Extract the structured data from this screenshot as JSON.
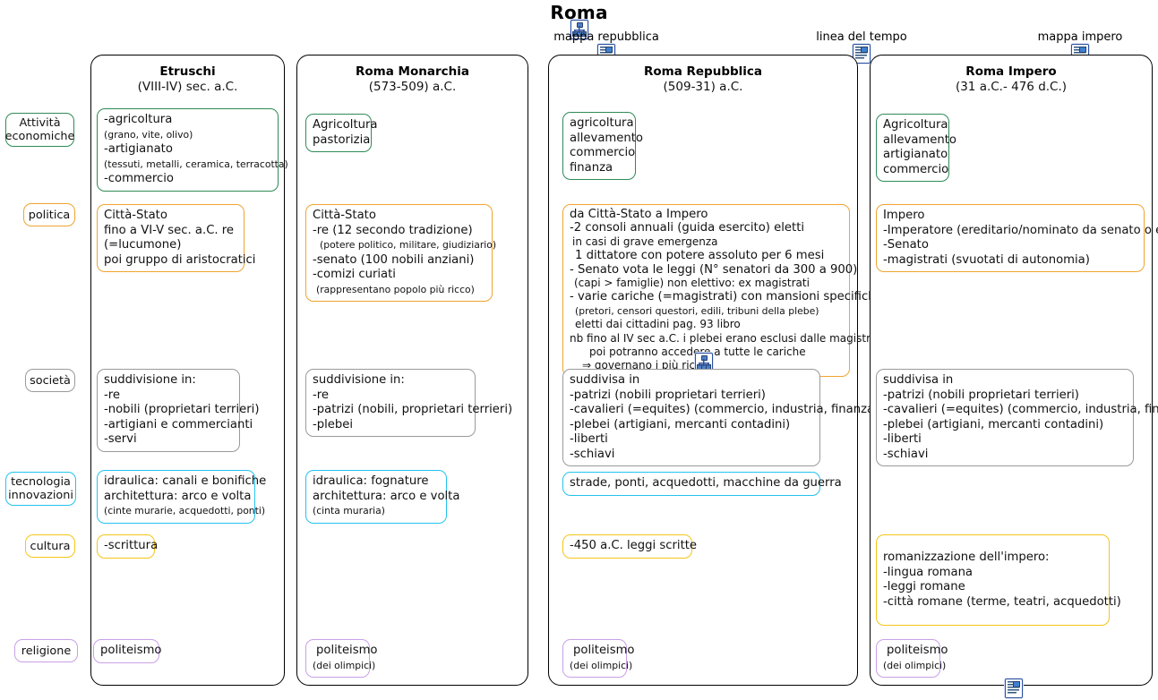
{
  "title": "Roma",
  "title_icon": "mindmap-icon",
  "links": [
    {
      "label": "mappa repubblica",
      "icon": "document-image-icon"
    },
    {
      "label": "linea del tempo",
      "icon": "document-image-icon"
    },
    {
      "label": "mappa impero",
      "icon": "document-image-icon"
    }
  ],
  "bottom_link": {
    "icon": "document-image-icon"
  },
  "row_labels": [
    {
      "id": "attivita-economiche",
      "text": "Attività\neconomiche",
      "line1": "Attività",
      "line2": "economiche",
      "color": "#2e8b57"
    },
    {
      "id": "politica",
      "line1": "politica",
      "line2": "",
      "color": "#f0a431"
    },
    {
      "id": "societa",
      "line1": "società",
      "line2": "",
      "color": "#9a9a9a"
    },
    {
      "id": "tecnologia",
      "line1": "tecnologia",
      "line2": "innovazioni",
      "color": "#24c3ef"
    },
    {
      "id": "cultura",
      "line1": "cultura",
      "line2": "",
      "color": "#f5c518"
    },
    {
      "id": "religione",
      "line1": "religione",
      "line2": "",
      "color": "#c9a0e8"
    }
  ],
  "columns": [
    {
      "id": "etruschi",
      "name": "Etruschi",
      "years": "(VIII-IV) sec. a.C.",
      "economia": [
        "-agricoltura",
        "(grano, vite, olivo)",
        "-artigianato",
        "(tessuti, metalli, ceramica, terracotta)",
        "-commercio"
      ],
      "politica": [
        "Città-Stato",
        "fino a VI-V sec. a.C. re",
        "(=lucumone)",
        "poi gruppo di aristocratici"
      ],
      "societa": [
        "suddivisione in:",
        "-re",
        "-nobili (proprietari terrieri)",
        "-artigiani e commercianti",
        "-servi"
      ],
      "tecnologia": [
        "idraulica: canali e bonifiche",
        "architettura: arco e volta",
        "(cinte murarie, acquedotti, ponti)"
      ],
      "cultura": [
        "-scrittura"
      ],
      "religione": [
        "politeismo"
      ]
    },
    {
      "id": "roma-monarchia",
      "name": "Roma Monarchia",
      "years": "(573-509) a.C.",
      "economia": [
        "Agricoltura",
        "pastorizia"
      ],
      "politica": [
        "Città-Stato",
        "-re (12 secondo tradizione)",
        "(potere politico, militare, giudiziario)",
        "-senato (100 nobili anziani)",
        "-comizi curiati",
        "(rappresentano popolo più ricco)"
      ],
      "societa": [
        "suddivisione in:",
        "-re",
        "-patrizi (nobili, proprietari terrieri)",
        "-plebei"
      ],
      "tecnologia": [
        "idraulica: fognature",
        "architettura: arco e volta",
        "(cinta muraria)"
      ],
      "cultura": [],
      "religione": [
        "politeismo",
        "(dei olimpici)"
      ]
    },
    {
      "id": "roma-repubblica",
      "name": "Roma Repubblica",
      "years": "(509-31) a.C.",
      "economia": [
        "agricoltura",
        "allevamento",
        "commercio",
        "finanza"
      ],
      "politica": [
        "da Città-Stato a Impero",
        "-2 consoli annuali (guida esercito) eletti",
        "in casi di grave emergenza",
        "1 dittatore con potere assoluto per 6 mesi",
        "- Senato vota le leggi (N° senatori da 300 a 900)",
        "(capi > famiglie) non elettivo: ex magistrati",
        "- varie cariche (=magistrati) con mansioni specifiche",
        "(pretori, censori questori, edili, tribuni della plebe)",
        "eletti dai cittadini  pag. 93 libro",
        "nb fino al IV sec a.C. i plebei erano esclusi dalle magistrature",
        "poi potranno accedere a tutte le cariche",
        "⇒ governano i più ricchi"
      ],
      "societa": [
        "suddivisa in",
        "-patrizi (nobili proprietari terrieri)",
        "-cavalieri (=equites) (commercio, industria, finanza)",
        "-plebei (artigiani, mercanti contadini)",
        "-liberti",
        "-schiavi"
      ],
      "tecnologia": [
        "strade, ponti, acquedotti, macchine da guerra"
      ],
      "cultura": [
        "-450 a.C. leggi scritte"
      ],
      "religione": [
        "politeismo",
        "(dei olimpici)"
      ]
    },
    {
      "id": "roma-impero",
      "name": "Roma Impero",
      "years": "(31 a.C.- 476 d.C.)",
      "economia": [
        "Agricoltura",
        "allevamento",
        "artigianato",
        "commercio"
      ],
      "politica": [
        "Impero",
        "-Imperatore (ereditario/nominato da senato o esercito)",
        "-Senato",
        "-magistrati (svuotati di autonomia)"
      ],
      "societa": [
        "suddivisa in",
        "-patrizi (nobili proprietari terrieri)",
        "-cavalieri (=equites) (commercio, industria, finanza)",
        "-plebei (artigiani, mercanti contadini)",
        "-liberti",
        "-schiavi"
      ],
      "tecnologia": [],
      "cultura": [
        "romanizzazione dell'impero:",
        "-lingua romana",
        "-leggi romane",
        "-città romane (terme, teatri, acquedotti)"
      ],
      "religione": [
        "politeismo",
        "(dei olimpici)"
      ]
    }
  ],
  "colors": {
    "economia": "#2e8b57",
    "politica": "#f0a431",
    "societa": "#9a9a9a",
    "tecnologia": "#24c3ef",
    "cultura": "#f5c518",
    "religione": "#c9a0e8",
    "column_border": "#000000",
    "icon_blue": "#2b4fa0"
  }
}
